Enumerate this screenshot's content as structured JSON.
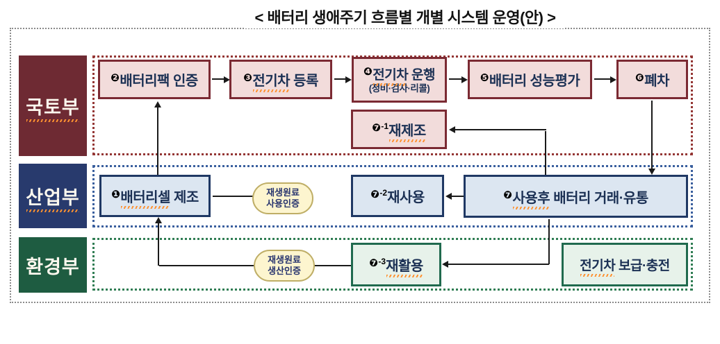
{
  "title": "< 배터리 생애주기 흐름별 개별 시스템 운영(안) >",
  "departments": {
    "molit": {
      "label": "국토부"
    },
    "motie": {
      "label": "산업부"
    },
    "moe": {
      "label": "환경부"
    }
  },
  "nodes": {
    "battery_cell_mfg": {
      "num": "❶",
      "marked": "배터리셀",
      "rest": " 제조"
    },
    "battery_pack_cert": {
      "num": "❷",
      "marked": "",
      "rest": "배터리팩 인증"
    },
    "ev_registration": {
      "num": "❸",
      "marked": "전기차",
      "rest": " 등록"
    },
    "ev_operation": {
      "num": "❹",
      "marked": "전기차",
      "rest": " 운행",
      "sub": "(정비·검사·리콜)"
    },
    "battery_perf_eval": {
      "num": "❺",
      "marked": "",
      "rest": "배터리 성능평가"
    },
    "scrapping": {
      "num": "❻",
      "marked": "",
      "rest": "폐차"
    },
    "remanufacture": {
      "num": "❼",
      "sup": "-1",
      "marked": "재제조",
      "rest": ""
    },
    "reuse": {
      "num": "❼",
      "sup": "-2",
      "marked": "",
      "rest": "재사용"
    },
    "used_battery_trade": {
      "num": "❼",
      "marked": "사용후",
      "rest": " 배터리 거래·유통"
    },
    "recycle": {
      "num": "❼",
      "sup": "-3",
      "marked": "재활용",
      "rest": ""
    },
    "ev_supply_charging": {
      "marked": "전기차",
      "rest": " 보급·충전"
    },
    "recycled_material_use_cert": {
      "line1": "재생원료",
      "line2": "사용인증"
    },
    "recycled_material_prod_cert": {
      "line1": "재생원료",
      "line2": "생산인증"
    }
  },
  "connections": [
    {
      "from": "battery_pack_cert",
      "to": "ev_registration"
    },
    {
      "from": "ev_registration",
      "to": "ev_operation"
    },
    {
      "from": "ev_operation",
      "to": "battery_perf_eval"
    },
    {
      "from": "battery_perf_eval",
      "to": "scrapping"
    },
    {
      "from": "scrapping",
      "to": "used_battery_trade"
    },
    {
      "from": "used_battery_trade",
      "to": "remanufacture"
    },
    {
      "from": "used_battery_trade",
      "to": "reuse"
    },
    {
      "from": "used_battery_trade",
      "to": "recycle"
    },
    {
      "from": "battery_cell_mfg",
      "to": "battery_pack_cert"
    },
    {
      "from": "battery_cell_mfg",
      "to": "recycled_material_use_cert",
      "arrow": false
    },
    {
      "from": "recycle",
      "to": "battery_cell_mfg",
      "via": "recycled_material_prod_cert"
    }
  ],
  "colors": {
    "molit_fill": "#6e2a33",
    "molit_dotted": "#943634",
    "molit_box_fill": "#f2dcdb",
    "molit_box_border": "#7b2a33",
    "motie_fill": "#283a6d",
    "motie_dotted": "#3a5f9e",
    "motie_box_fill": "#dce6f1",
    "motie_box_border": "#1f3864",
    "moe_fill": "#1e5c41",
    "moe_dotted": "#2f7d53",
    "moe_box_fill": "#e7f2ea",
    "moe_box_border": "#206a4e",
    "oval_fill": "#fdf5cf",
    "oval_border": "#bfae66",
    "node_text": "#1b3054",
    "dept_text": "#fdf8ee",
    "spellcheck_mark": "#ff9130",
    "line": "#1a1a1a"
  }
}
